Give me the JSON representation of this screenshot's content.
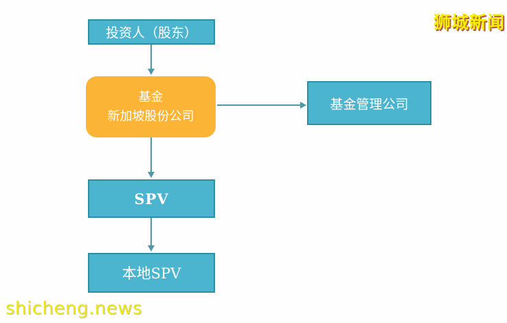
{
  "page": {
    "background_color": "#FEFEFE"
  },
  "diagram": {
    "type": "flowchart",
    "nodes": {
      "investor": {
        "label": "投资人（股东）",
        "fill": "#4BB4CE",
        "border": "#2E8FA1",
        "text_color": "#FFFFFF"
      },
      "fund": {
        "label_line1": "基金",
        "label_line2": "新加坡股份公司",
        "fill": "#FBB435",
        "text_color": "#FFFFFF"
      },
      "manager": {
        "label": "基金管理公司",
        "fill": "#4BB4CE",
        "border": "#2E8FA1",
        "text_color": "#FFFFFF"
      },
      "spv": {
        "label": "SPV",
        "fill": "#4BB4CE",
        "border": "#2E8FA1",
        "text_color": "#FFFFFF"
      },
      "local_spv": {
        "label": "本地SPV",
        "fill": "#4BB4CE",
        "border": "#2E8FA1",
        "text_color": "#FFFFFF"
      }
    },
    "edges": [
      {
        "from": "investor",
        "to": "fund",
        "direction": "down"
      },
      {
        "from": "fund",
        "to": "manager",
        "direction": "right"
      },
      {
        "from": "fund",
        "to": "spv",
        "direction": "down"
      },
      {
        "from": "spv",
        "to": "local_spv",
        "direction": "down"
      }
    ],
    "arrow_color": "#4E99A7"
  },
  "branding": {
    "logo_text": "狮城新闻",
    "logo_color": "#F6EE00",
    "logo_shadow_color": "#B25A4B",
    "watermark_text": "shicheng.news",
    "watermark_color": "#EEE70E"
  }
}
